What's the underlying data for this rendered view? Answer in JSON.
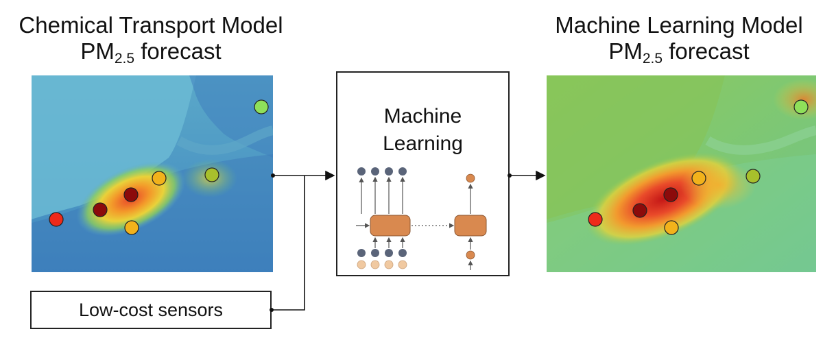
{
  "left_title": {
    "line1": "Chemical Transport Model",
    "pm": "PM",
    "pm_sub": "2.5",
    "line2_rest": " forecast"
  },
  "right_title": {
    "line1": "Machine Learning Model",
    "pm": "PM",
    "pm_sub": "2.5",
    "line2_rest": " forecast"
  },
  "ml_box": {
    "line1": "Machine",
    "line2": "Learning"
  },
  "sensors_box": {
    "label": "Low-cost sensors"
  },
  "colors": {
    "sensor_red": "#ee2a1a",
    "sensor_darkred": "#8c0b0b",
    "sensor_orange": "#f2b21b",
    "sensor_olive": "#a8c02c",
    "sensor_lightgreen": "#8fe05a",
    "ml_block": "#d9894f",
    "ml_input_dark": "#5a6479",
    "ml_input_light": "#f0c9a1"
  }
}
